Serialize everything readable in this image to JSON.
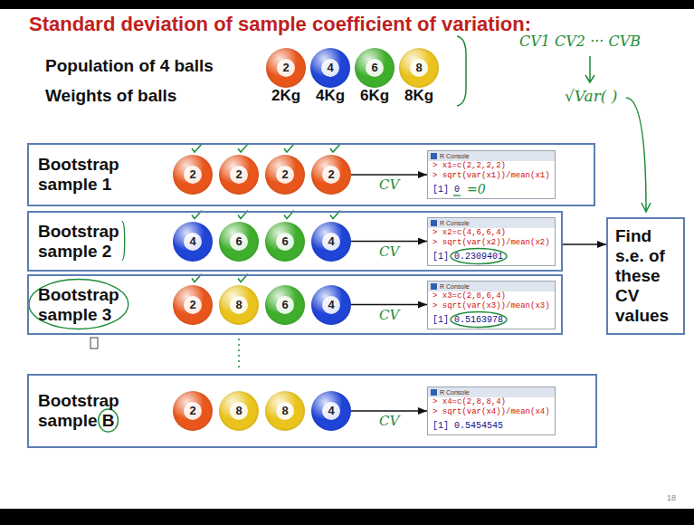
{
  "diagram": {
    "title": "Standard deviation of sample coefficient of variation:",
    "nodes": [
      {
        "text": [
          "2"
        ]
      },
      {
        "text": [
          "4"
        ]
      },
      {
        "text": [
          "6"
        ]
      },
      {
        "text": [
          "8"
        ]
      },
      {
        "text": [
          "Bootstrap sample 1"
        ]
      },
      {
        "text": [
          "2"
        ],
        "in": 4
      },
      {
        "text": [
          "2"
        ],
        "in": 4
      },
      {
        "text": [
          "2"
        ],
        "in": 4
      },
      {
        "text": [
          "2"
        ],
        "in": 4
      },
      {
        "text": [
          "R Console",
          "> x1=c(2,2,2,2)",
          "> sqrt(var(x1))/mean(x1)",
          "[1] 0"
        ],
        "in": 4
      },
      {
        "text": [
          "Bootstrap sample 2"
        ]
      },
      {
        "text": [
          "4"
        ],
        "in": 10
      },
      {
        "text": [
          "6"
        ],
        "in": 10
      },
      {
        "text": [
          "6"
        ],
        "in": 10
      },
      {
        "text": [
          "4"
        ],
        "in": 10
      },
      {
        "text": [
          "R Console",
          "> x2=c(4,6,6,4)",
          "> sqrt(var(x2))/mean(x2)",
          "[1] 0.2309401"
        ],
        "in": 10
      },
      {
        "text": [
          "Find s.e. of these CV values"
        ]
      },
      {
        "text": [
          "Bootstrap sample 3"
        ]
      },
      {
        "text": [
          "2"
        ],
        "in": 17
      },
      {
        "text": [
          "8"
        ],
        "in": 17
      },
      {
        "text": [
          "6"
        ],
        "in": 17
      },
      {
        "text": [
          "4"
        ],
        "in": 17
      },
      {
        "text": [
          "R Console",
          "> x3=c(2,8,6,4)",
          "> sqrt(var(x3))/mean(x3)",
          "[1] 0.5163978"
        ],
        "in": 17
      },
      {
        "text": [
          "Bootstrap sample B"
        ]
      },
      {
        "text": [
          "2"
        ],
        "in": 23
      },
      {
        "text": [
          "8"
        ],
        "in": 23
      },
      {
        "text": [
          "8"
        ],
        "in": 23
      },
      {
        "text": [
          "4"
        ],
        "in": 23
      },
      {
        "text": [
          "R Console",
          "> x4=c(2,8,8,4)",
          "> sqrt(var(x4))/mean(x4)",
          "[1] 0.5454545"
        ],
        "in": 23
      }
    ],
    "edges": [
      {
        "from": 8,
        "to": 9,
        "label": "CV",
        "arrow": "to"
      },
      {
        "from": 14,
        "to": 15,
        "label": "CV",
        "arrow": "to"
      },
      {
        "from": 21,
        "to": 22,
        "label": "CV",
        "arrow": "to"
      },
      {
        "from": 27,
        "to": 28,
        "label": "CV",
        "arrow": "to"
      },
      {
        "from": 10,
        "to": 16,
        "arrow": "to"
      }
    ],
    "labels": [
      "Population of 4 balls",
      "Weights of balls",
      "2Kg",
      "4Kg",
      "6Kg",
      "8Kg",
      "CV1 CV2 ··· CVB",
      "√Var( )",
      "=0",
      "18"
    ]
  }
}
